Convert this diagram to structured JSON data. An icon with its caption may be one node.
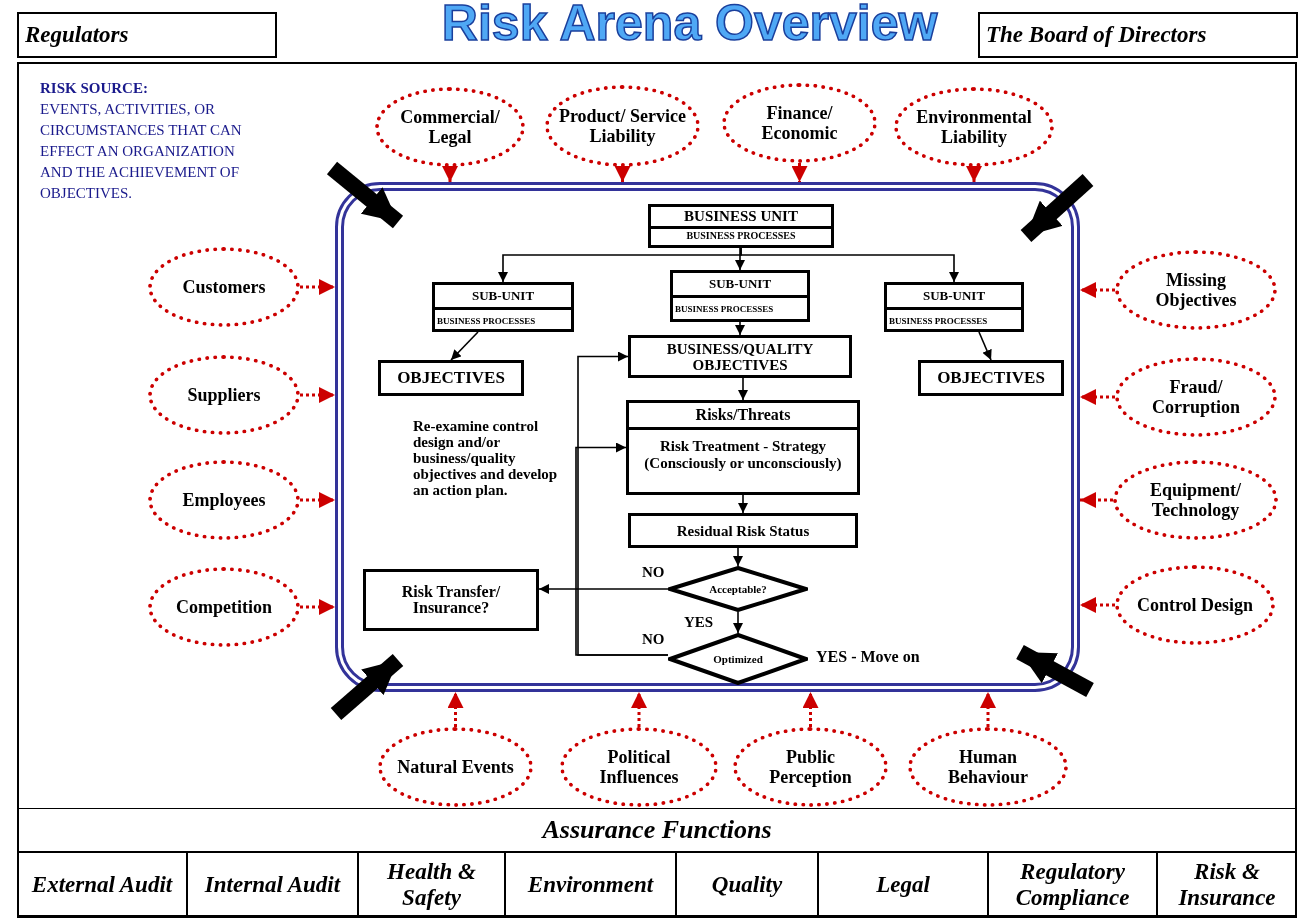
{
  "diagram": {
    "title": "Risk Arena Overview",
    "nodes": [
      {
        "text": [
          "Regulators"
        ]
      },
      {
        "text": [
          "The Board of Directors"
        ]
      },
      {
        "text": [
          "Commercial/ Legal"
        ]
      },
      {
        "text": [
          "Product/ Service Liability"
        ]
      },
      {
        "text": [
          "Finance/ Economic"
        ]
      },
      {
        "text": [
          "Environmental Liability"
        ]
      },
      {
        "text": [
          "Customers"
        ]
      },
      {
        "text": [
          "Suppliers"
        ]
      },
      {
        "text": [
          "Employees"
        ]
      },
      {
        "text": [
          "Competition"
        ]
      },
      {
        "text": [
          "Missing Objectives"
        ]
      },
      {
        "text": [
          "Fraud/ Corruption"
        ]
      },
      {
        "text": [
          "Equipment/ Technology"
        ]
      },
      {
        "text": [
          "Control Design"
        ]
      },
      {
        "text": [
          "Natural Events"
        ]
      },
      {
        "text": [
          "Political Influences"
        ]
      },
      {
        "text": [
          "Public Perception"
        ]
      },
      {
        "text": [
          "Human Behaviour"
        ]
      },
      {
        "text": [],
        "shape": "box"
      },
      {
        "text": [
          "BUSINESS UNIT",
          "BUSINESS PROCESSES"
        ],
        "in": 18
      },
      {
        "text": [
          "SUB-UNIT",
          "BUSINESS PROCESSES"
        ],
        "in": 18
      },
      {
        "text": [
          "SUB-UNIT",
          "BUSINESS PROCESSES"
        ],
        "in": 18
      },
      {
        "text": [
          "SUB-UNIT",
          "BUSINESS PROCESSES"
        ],
        "in": 18
      },
      {
        "text": [
          "OBJECTIVES"
        ],
        "in": 18
      },
      {
        "text": [
          "BUSINESS/QUALITY OBJECTIVES"
        ],
        "in": 18
      },
      {
        "text": [
          "OBJECTIVES"
        ],
        "in": 18
      },
      {
        "text": [
          "Risks/Threats",
          "Risk Treatment - Strategy (Consciously or unconsciously)"
        ],
        "in": 18
      },
      {
        "text": [
          "Residual Risk Status"
        ],
        "in": 18
      },
      {
        "text": [
          "Acceptable?"
        ],
        "in": 18
      },
      {
        "text": [
          "Risk Transfer/ Insurance?"
        ],
        "in": 18
      },
      {
        "text": [
          "Optimized"
        ],
        "in": 18,
        "beside": [
          "YES - Move on"
        ]
      }
    ],
    "edges": [
      {
        "from": 2,
        "to": 18,
        "arrow": "to",
        "style": "dashed",
        "color": "#cc0000"
      },
      {
        "from": 3,
        "to": 18,
        "arrow": "to",
        "style": "dashed",
        "color": "#cc0000"
      },
      {
        "from": 4,
        "to": 18,
        "arrow": "to",
        "style": "dashed",
        "color": "#cc0000"
      },
      {
        "from": 5,
        "to": 18,
        "arrow": "to",
        "style": "dashed",
        "color": "#cc0000"
      },
      {
        "from": 6,
        "to": 18,
        "arrow": "to",
        "style": "dashed",
        "color": "#cc0000"
      },
      {
        "from": 7,
        "to": 18,
        "arrow": "to",
        "style": "dashed",
        "color": "#cc0000"
      },
      {
        "from": 8,
        "to": 18,
        "arrow": "to",
        "style": "dashed",
        "color": "#cc0000"
      },
      {
        "from": 9,
        "to": 18,
        "arrow": "to",
        "style": "dashed",
        "color": "#cc0000"
      },
      {
        "from": 10,
        "to": 18,
        "arrow": "to",
        "style": "dashed",
        "color": "#cc0000"
      },
      {
        "from": 11,
        "to": 18,
        "arrow": "to",
        "style": "dashed",
        "color": "#cc0000"
      },
      {
        "from": 12,
        "to": 18,
        "arrow": "to",
        "style": "dashed",
        "color": "#cc0000"
      },
      {
        "from": 13,
        "to": 18,
        "arrow": "to",
        "style": "dashed",
        "color": "#cc0000"
      },
      {
        "from": 14,
        "to": 18,
        "arrow": "to",
        "style": "dashed",
        "color": "#cc0000"
      },
      {
        "from": 15,
        "to": 18,
        "arrow": "to",
        "style": "dashed",
        "color": "#cc0000"
      },
      {
        "from": 16,
        "to": 18,
        "arrow": "to",
        "style": "dashed",
        "color": "#cc0000"
      },
      {
        "from": 17,
        "to": 18,
        "arrow": "to",
        "style": "dashed",
        "color": "#cc0000"
      },
      {
        "from": null,
        "to": 18,
        "arrow": "to",
        "style": "thick",
        "color": "#000000"
      },
      {
        "from": null,
        "to": 18,
        "arrow": "to",
        "style": "thick",
        "color": "#000000"
      },
      {
        "from": null,
        "to": 18,
        "arrow": "to",
        "style": "thick",
        "color": "#000000"
      },
      {
        "from": null,
        "to": 18,
        "arrow": "to",
        "style": "thick",
        "color": "#000000"
      },
      {
        "from": 19,
        "to": 20,
        "arrow": "to",
        "color": "#000000"
      },
      {
        "from": 19,
        "to": 21,
        "arrow": "to",
        "color": "#000000"
      },
      {
        "from": 19,
        "to": 22,
        "arrow": "to",
        "color": "#000000"
      },
      {
        "from": 20,
        "to": 23,
        "arrow": "to",
        "color": "#000000"
      },
      {
        "from": 21,
        "to": 24,
        "arrow": "to",
        "color": "#000000"
      },
      {
        "from": 22,
        "to": 25,
        "arrow": "to",
        "color": "#000000"
      },
      {
        "from": 24,
        "to": 26,
        "arrow": "to",
        "color": "#000000"
      },
      {
        "from": 26,
        "to": 27,
        "arrow": "to",
        "color": "#000000"
      },
      {
        "from": 27,
        "to": 28,
        "arrow": "to",
        "color": "#000000"
      },
      {
        "from": 28,
        "to": 29,
        "arrow": "to",
        "label": "NO",
        "color": "#000000"
      },
      {
        "from": 28,
        "to": 30,
        "arrow": "to",
        "label": "YES",
        "color": "#000000"
      },
      {
        "from": 30,
        "to": 24,
        "arrow": "to",
        "label": "NO",
        "color": "#000000"
      },
      {
        "from": 30,
        "to": 26,
        "arrow": "to",
        "color": "#000000"
      }
    ],
    "labels": [
      "RISK SOURCE:",
      "EVENTS, ACTIVITIES, OR CIRCUMSTANCES THAT CAN EFFECT AN ORGANIZATION AND THE ACHIEVEMENT OF OBJECTIVES.",
      "Re-examine control design and/or business/quality objectives and develop an action plan.",
      "Assurance Functions",
      "External Audit",
      "Internal Audit",
      "Health & Safety",
      "Environment",
      "Quality",
      "Legal",
      "Regulatory Compliance",
      "Risk & Insurance"
    ]
  }
}
